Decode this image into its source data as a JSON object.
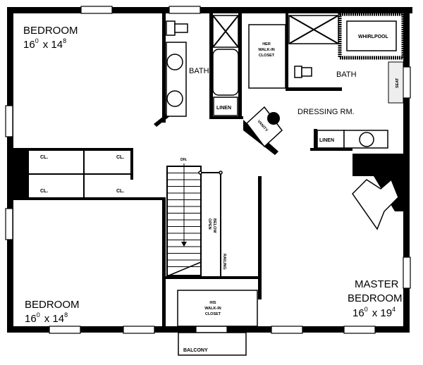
{
  "rooms": {
    "bedroom_nw": {
      "name": "BEDROOM",
      "dim_a": "16",
      "dim_a_sup": "0",
      "dim_b": "x 14",
      "dim_b_sup": "8"
    },
    "bedroom_sw": {
      "name": "BEDROOM",
      "dim_a": "16",
      "dim_a_sup": "0",
      "dim_b": "x 14",
      "dim_b_sup": "8"
    },
    "master": {
      "name_line1": "MASTER",
      "name_line2": "BEDROOM",
      "dim_a": "16",
      "dim_a_sup": "0",
      "dim_b": "x 19",
      "dim_b_sup": "4"
    },
    "bath_1": "BATH",
    "bath_2": "BATH",
    "dressing": "DRESSING RM.",
    "whirlpool": "WHIRLPOOL",
    "seat": "SEAT",
    "vanity": "VANITY",
    "linen_1": "LINEN",
    "linen_2": "LINEN",
    "her_closet": [
      "HER",
      "WALK-IN",
      "CLOSET"
    ],
    "his_closet": [
      "HIS",
      "WALK-IN",
      "CLOSET"
    ],
    "closets": [
      "CL.",
      "CL.",
      "CL.",
      "CL."
    ],
    "stair_down": "DN.",
    "open_below": [
      "OPEN",
      "BELOW"
    ],
    "railing": "RAILING",
    "balcony": "BALCONY"
  }
}
